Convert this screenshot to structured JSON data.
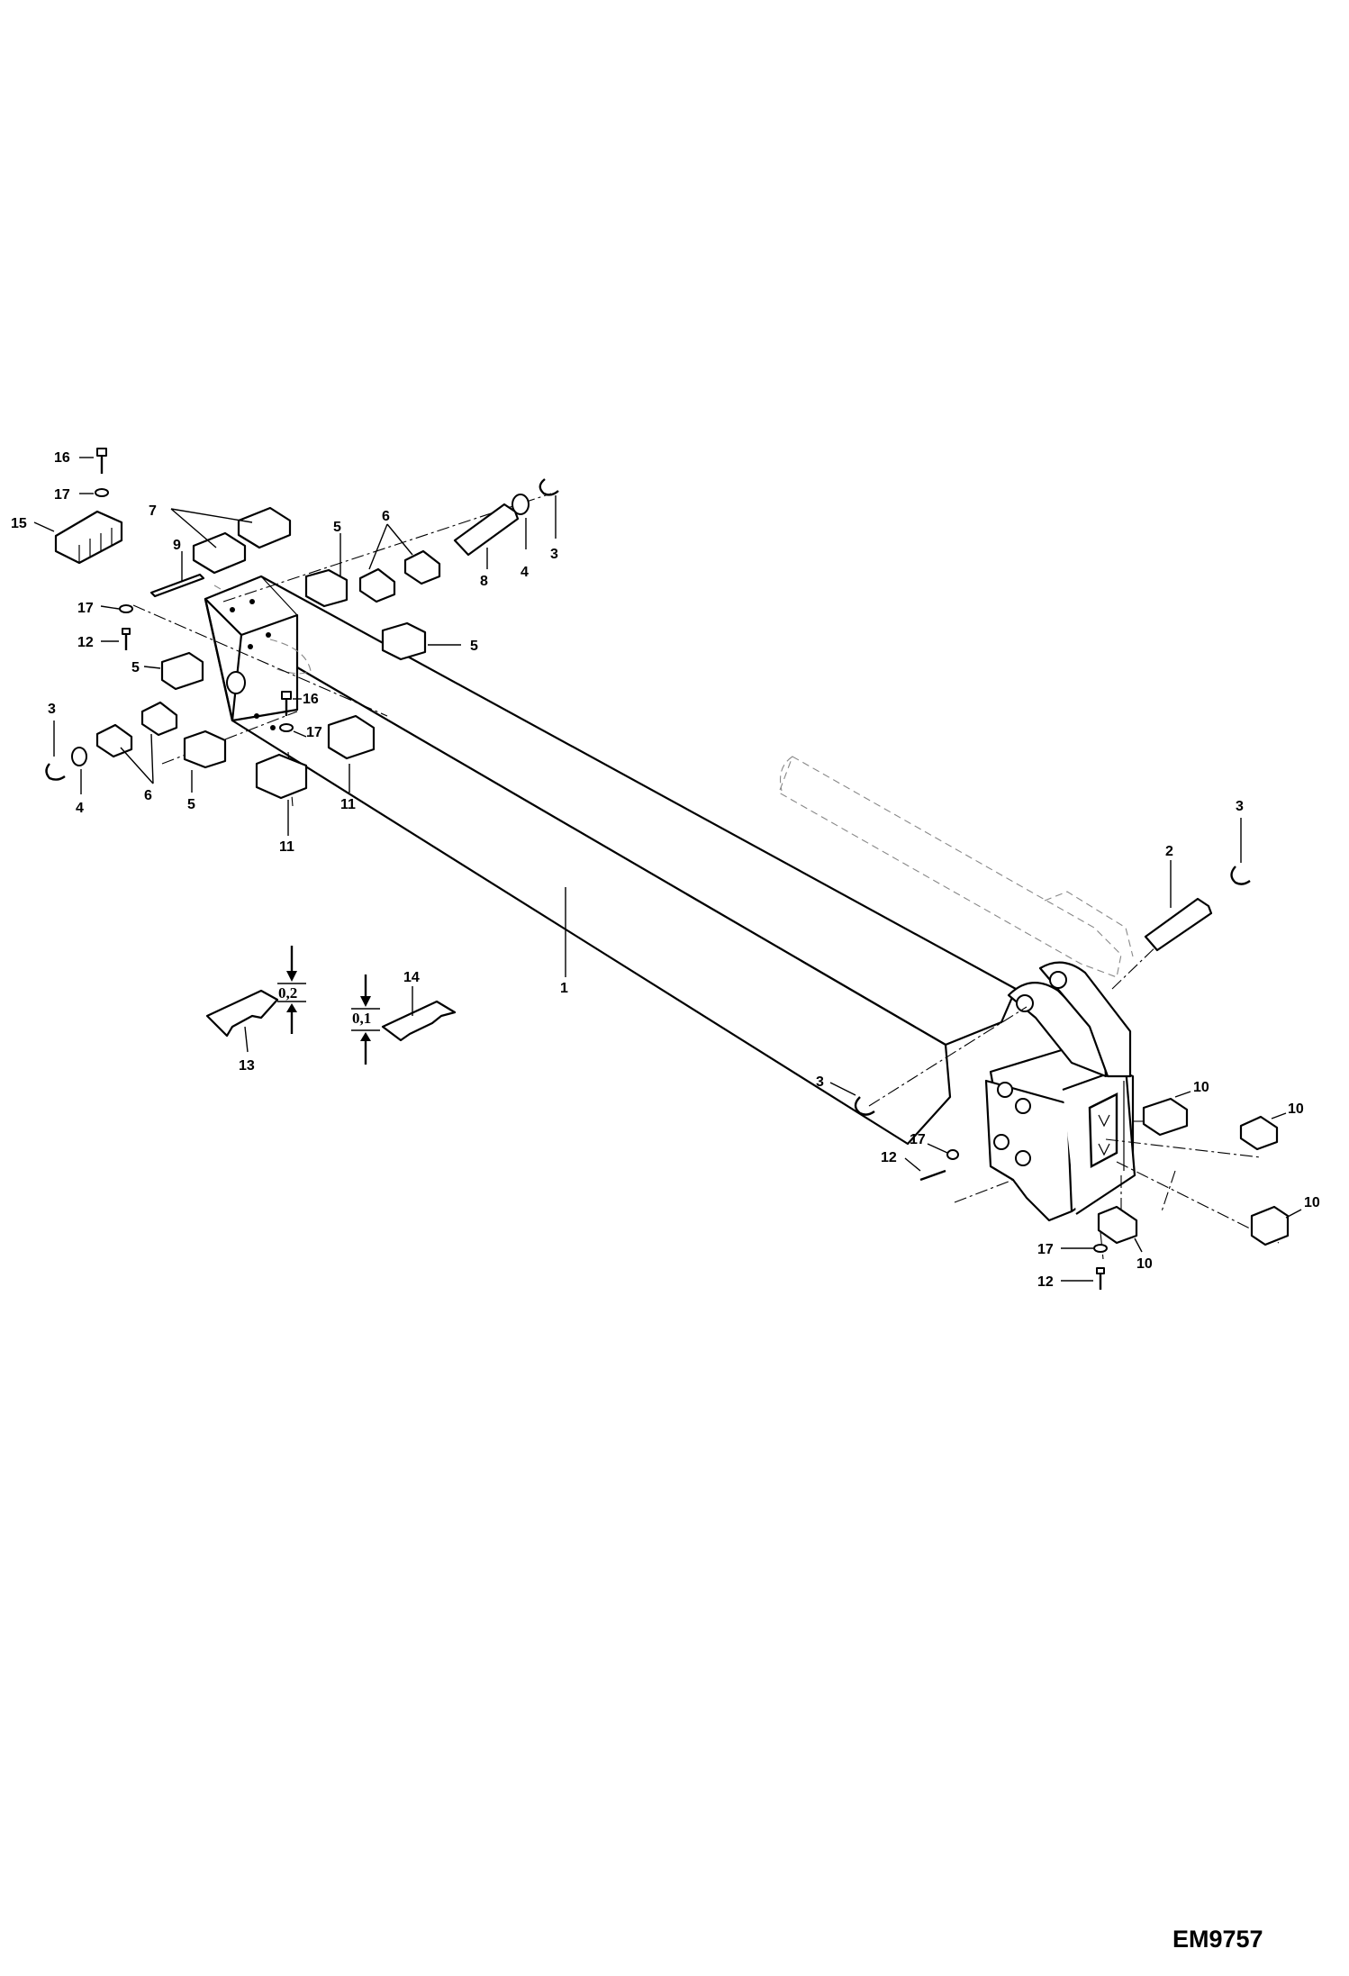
{
  "drawing": {
    "drawing_code": "EM9757",
    "tolerances": {
      "shim_13": "0,2",
      "shim_14": "0,1"
    }
  },
  "part_labels": [
    "1",
    "2",
    "3",
    "4",
    "5",
    "6",
    "7",
    "8",
    "9",
    "10",
    "11",
    "12",
    "13",
    "14",
    "15",
    "16",
    "17"
  ]
}
